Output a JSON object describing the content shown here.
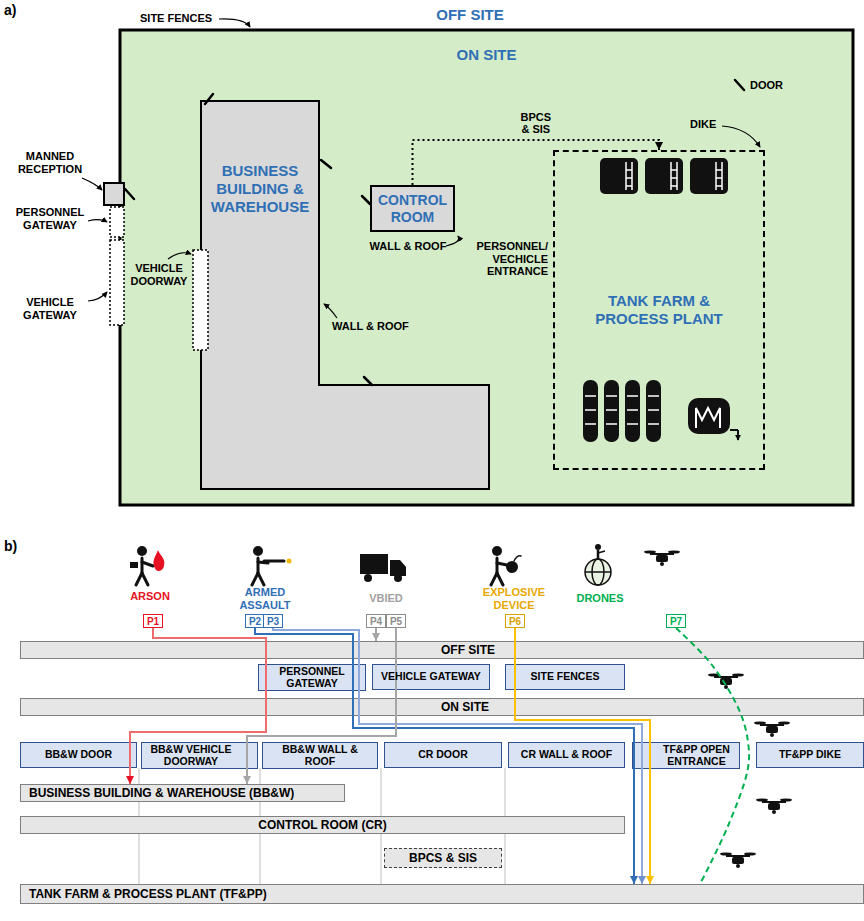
{
  "diagram": {
    "nodes": [
      {
        "text": [
          "ON SITE"
        ]
      },
      {
        "text": [
          "BUSINESS BUILDING & WAREHOUSE"
        ],
        "in": 0
      },
      {
        "text": [
          "CONTROL ROOM"
        ],
        "in": 0
      },
      {
        "text": [
          "TANK FARM & PROCESS PLANT"
        ],
        "in": 0
      },
      {
        "text": [
          "P1"
        ]
      },
      {
        "text": [
          "P2"
        ]
      },
      {
        "text": [
          "P3"
        ]
      },
      {
        "text": [
          "P4"
        ]
      },
      {
        "text": [
          "P5"
        ]
      },
      {
        "text": [
          "P6"
        ]
      },
      {
        "text": [
          "P7"
        ]
      },
      {
        "text": [
          "OFF SITE"
        ]
      },
      {
        "text": [
          "PERSONNEL GATEWAY"
        ]
      },
      {
        "text": [
          "VEHICLE GATEWAY"
        ]
      },
      {
        "text": [
          "SITE FENCES"
        ]
      },
      {
        "text": [
          "ON SITE"
        ]
      },
      {
        "text": [
          "BB&W DOOR"
        ]
      },
      {
        "text": [
          "BB&W VEHICLE DOORWAY"
        ]
      },
      {
        "text": [
          "BB&W WALL & ROOF"
        ]
      },
      {
        "text": [
          "CR DOOR"
        ]
      },
      {
        "text": [
          "CR WALL & ROOF"
        ]
      },
      {
        "text": [
          "TF&PP OPEN ENTRANCE"
        ]
      },
      {
        "text": [
          "TF&PP DIKE"
        ]
      },
      {
        "text": [
          "BUSINESS BUILDING & WAREHOUSE (BB&W)"
        ]
      },
      {
        "text": [
          "CONTROL ROOM (CR)"
        ]
      },
      {
        "text": [
          "BPCS & SIS"
        ]
      },
      {
        "text": [
          "TANK FARM & PROCESS PLANT (TF&PP)"
        ]
      }
    ],
    "edges": [
      {
        "from": 2,
        "to": 3,
        "label": "BPCS & SIS",
        "arrow": "to"
      },
      {
        "from": 4,
        "to": 23,
        "arrow": "to"
      },
      {
        "from": 5,
        "to": 26,
        "arrow": "to"
      },
      {
        "from": 6,
        "to": 26,
        "arrow": "to"
      },
      {
        "from": 7,
        "to": 11,
        "arrow": "to"
      },
      {
        "from": 8,
        "to": 23,
        "arrow": "to"
      },
      {
        "from": 9,
        "to": 26,
        "arrow": "to"
      },
      {
        "from": 10,
        "to": 26,
        "arrow": "none"
      }
    ],
    "labels": [
      "a)",
      "OFF SITE",
      "SITE FENCES",
      "MANNED RECEPTION",
      "PERSONNEL GATEWAY",
      "VEHICLE GATEWAY",
      "VEHICLE DOORWAY",
      "WALL & ROOF",
      "WALL & ROOF",
      "PERSONNEL/ VECHICLE ENTRANCE",
      "DIKE",
      "b)",
      "ARSON",
      "ARMED ASSAULT",
      "VBIED",
      "EXPLOSIVE DEVICE",
      "DRONES"
    ],
    "legend": [
      {
        "text": "DOOR"
      }
    ]
  }
}
